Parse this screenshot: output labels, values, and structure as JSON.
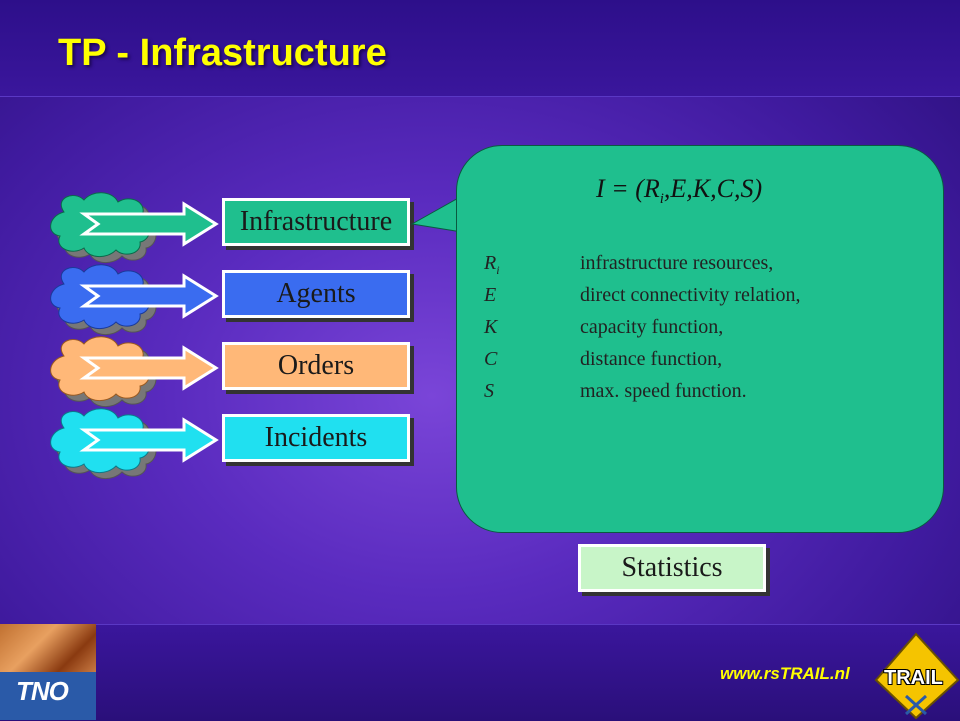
{
  "slide": {
    "title": "TP - Infrastructure",
    "url": "www.rsTRAIL.nl"
  },
  "logos": {
    "tno": "TNO",
    "trail": "TRAIL"
  },
  "modules": [
    {
      "label": "Infrastructure",
      "color": "#1fbf8e"
    },
    {
      "label": "Agents",
      "color": "#3a6cf0"
    },
    {
      "label": "Orders",
      "color": "#ffb878"
    },
    {
      "label": "Incidents",
      "color": "#20e0f0"
    }
  ],
  "statistics": {
    "label": "Statistics",
    "color": "#c8f5c8"
  },
  "callout": {
    "formula_prefix": "I = (R",
    "formula_sub": "i",
    "formula_suffix": ",E,K,C,S)",
    "definitions": [
      {
        "symbol": "R",
        "sub": "i",
        "text": "infrastructure resources,"
      },
      {
        "symbol": "E",
        "sub": "",
        "text": "direct connectivity relation,"
      },
      {
        "symbol": "K",
        "sub": "",
        "text": "capacity function,"
      },
      {
        "symbol": "C",
        "sub": "",
        "text": "distance function,"
      },
      {
        "symbol": "S",
        "sub": "",
        "text": "max. speed function."
      }
    ]
  }
}
